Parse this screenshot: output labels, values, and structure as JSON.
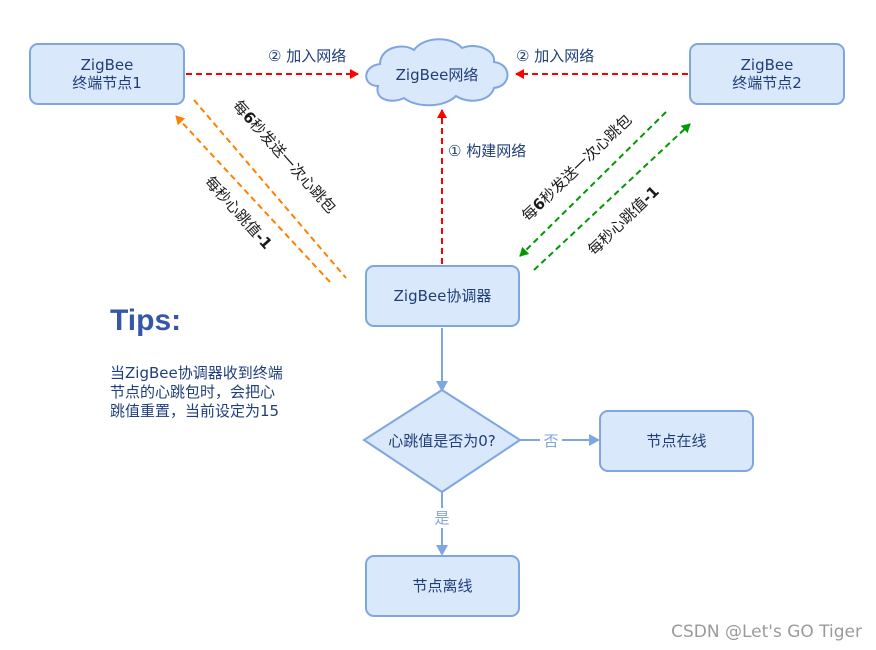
{
  "nodes": {
    "end_node_1": "ZigBee\n终端节点1",
    "end_node_2": "ZigBee\n终端节点2",
    "network": "ZigBee网络",
    "coordinator": "ZigBee协调器",
    "decision": "心跳值是否为0?",
    "online": "节点在线",
    "offline": "节点离线"
  },
  "edges": {
    "join_left": "② 加入网络",
    "join_right": "② 加入网络",
    "build_network": "① 构建网络",
    "heartbeat_left": [
      "每",
      "6",
      "秒发送一次心跳包"
    ],
    "decrement_left": [
      "每秒心跳值",
      "-1"
    ],
    "heartbeat_right": [
      "每",
      "6",
      "秒发送一次心跳包"
    ],
    "decrement_right": [
      "每秒心跳值",
      "-1"
    ],
    "no": "否",
    "yes": "是"
  },
  "tips": {
    "title": "Tips:",
    "body": "当ZigBee协调器收到终端\n节点的心跳包时，会把心\n跳值重置，当前设定为15"
  },
  "watermark": "CSDN @Let's GO Tiger",
  "colors": {
    "node_fill": "#dae8fc",
    "node_stroke": "#7ea6e0",
    "join_arrow": "#ff0000",
    "left_heartbeat_arrow": "#ff8000",
    "right_heartbeat_arrow": "#009900",
    "flow_arrow": "#7ea6e0",
    "tips_title": "#3657a7"
  }
}
